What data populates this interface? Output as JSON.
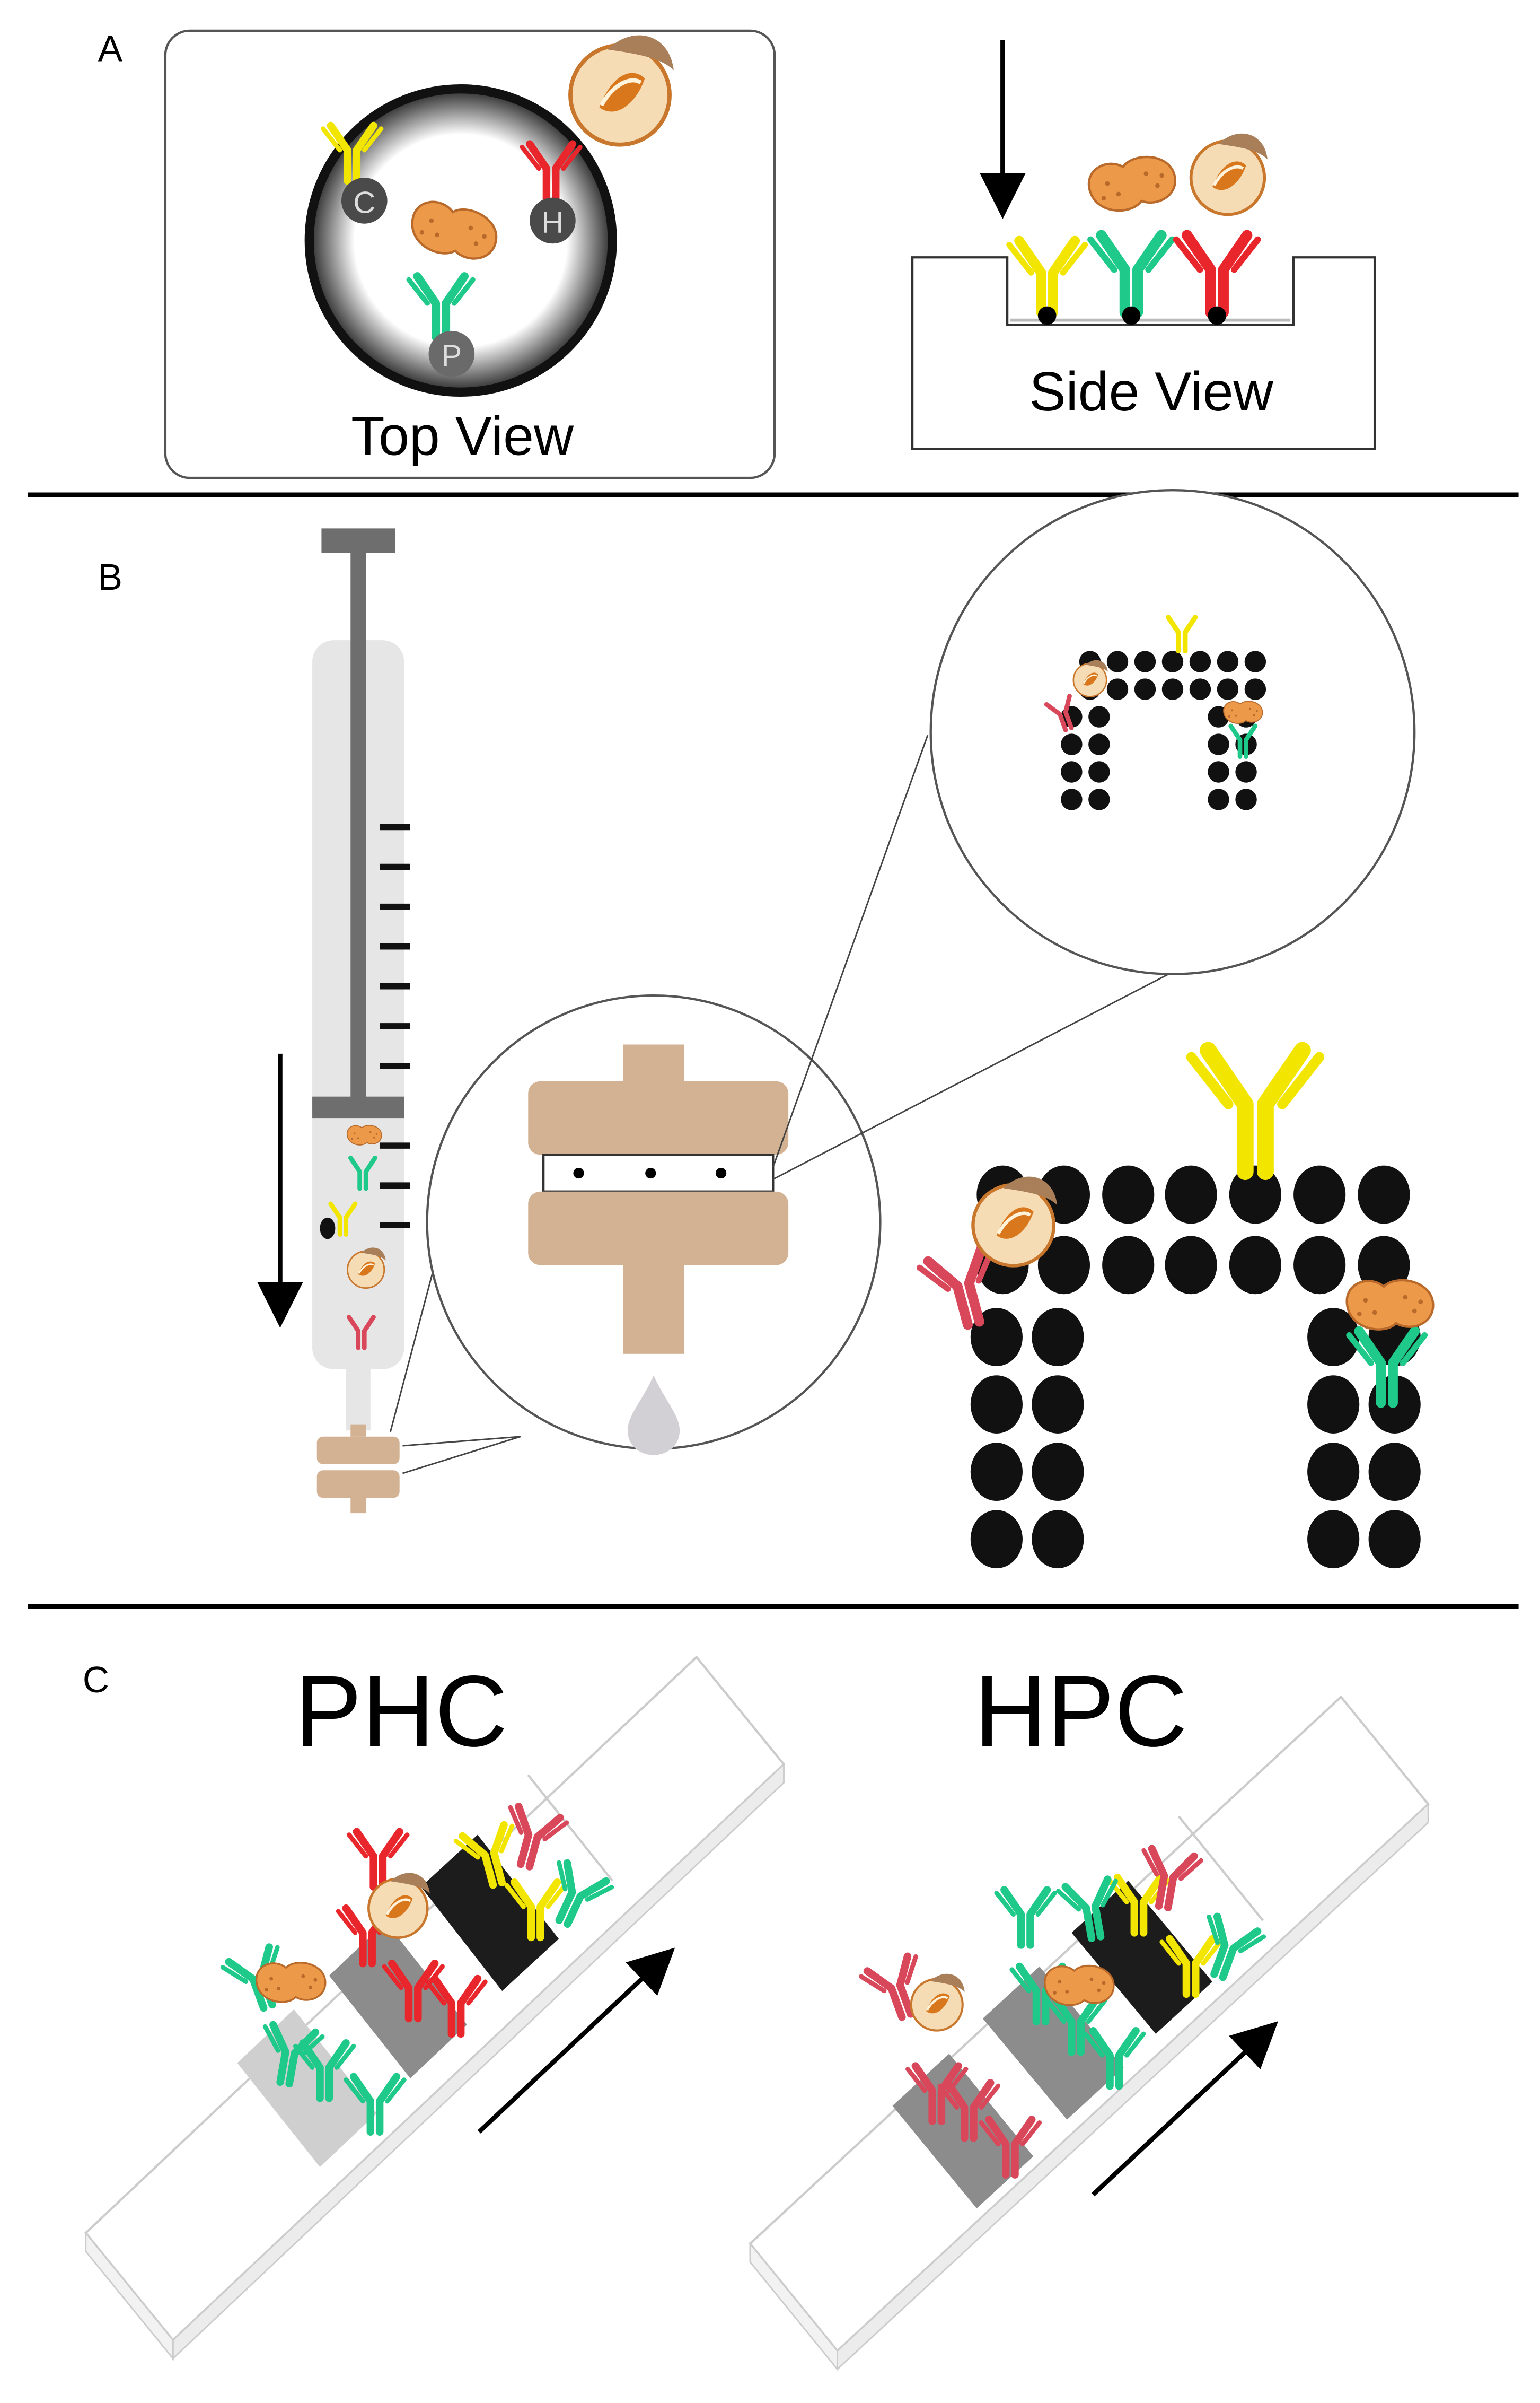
{
  "panels": {
    "a": {
      "letter": "A",
      "top_label": "Top View",
      "side_label": "Side View",
      "spot_labels": {
        "c": "C",
        "h": "H",
        "p": "P"
      }
    },
    "b": {
      "letter": "B"
    },
    "c": {
      "letter": "C",
      "strip1_title": "PHC",
      "strip2_title": "HPC"
    }
  },
  "colors": {
    "yellow": "#f2e600",
    "green": "#1ec98a",
    "red": "#e8262b",
    "pink_red": "#d9475a",
    "peanut": "#ec9a4a",
    "peanut_shell": "#f0a85c",
    "hazelnut": "#f4d9b0",
    "hazelnut_dark": "#c9772d",
    "membrane_tan": "#d3b293",
    "syringe_gray": "#e6e6e6",
    "plunger": "#6e6e6e",
    "bead": "#1a1a1a",
    "band_light": "#cfcfcf",
    "band_mid": "#8c8c8c",
    "band_dark": "#1c1c1c"
  },
  "icons": [
    "antibody-icon",
    "peanut-icon",
    "hazelnut-icon",
    "arrow-icon",
    "droplet-icon"
  ]
}
